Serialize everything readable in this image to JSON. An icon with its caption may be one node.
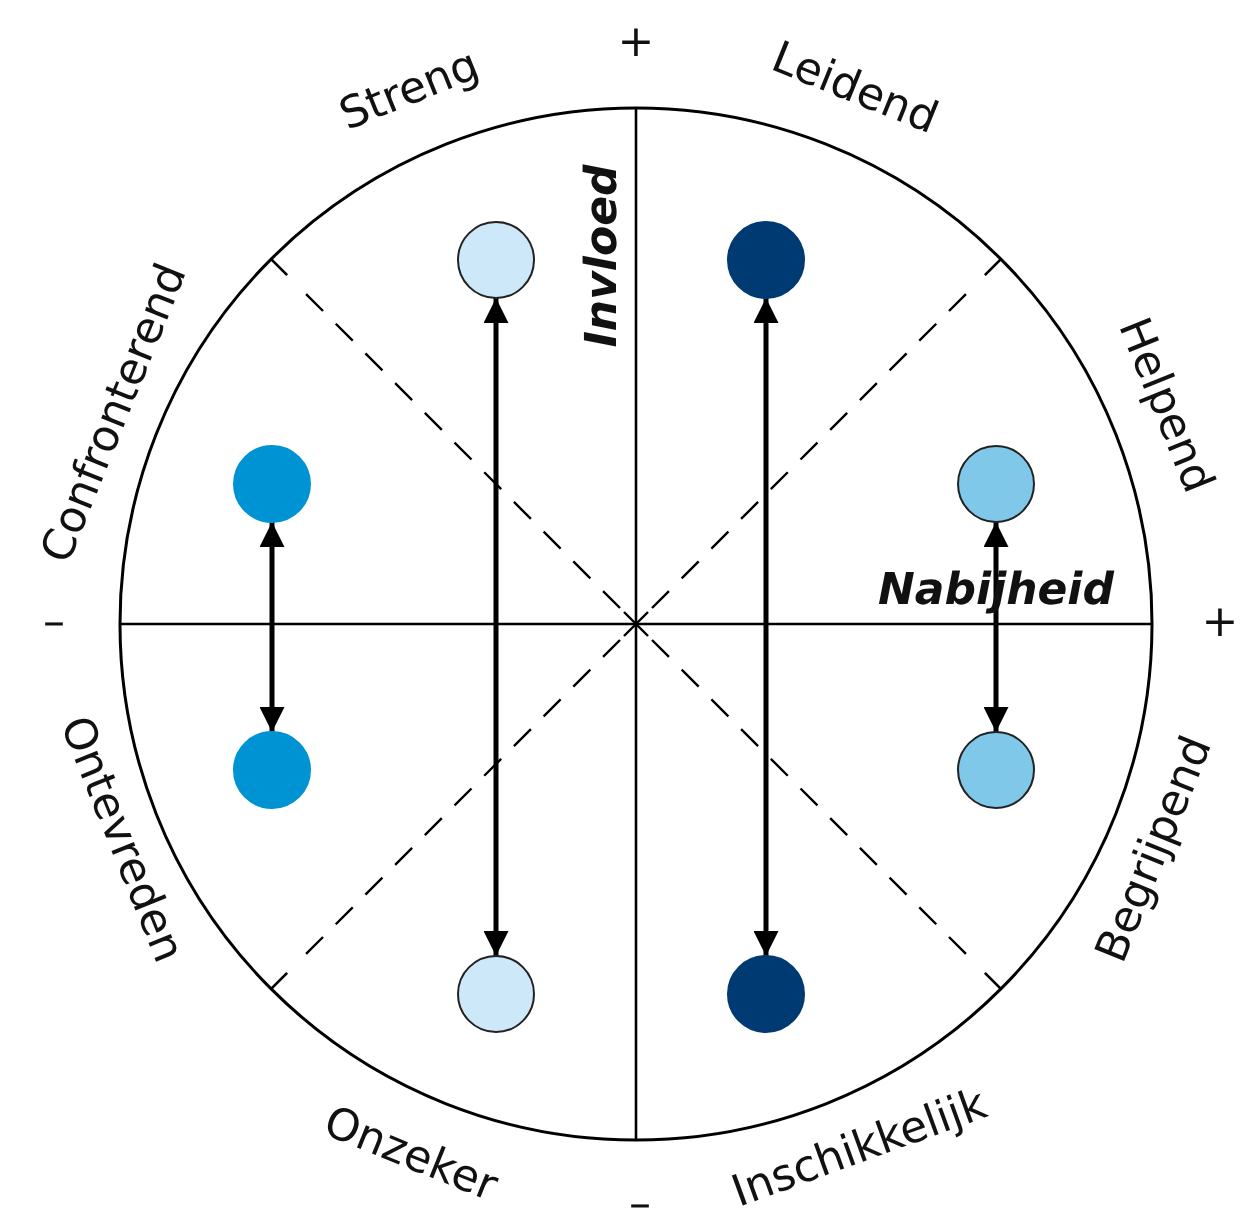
{
  "diagram": {
    "nodes": [
      {
        "text": [],
        "shape": "circle"
      },
      {
        "text": [],
        "shape": "circle"
      },
      {
        "text": [],
        "shape": "circle"
      },
      {
        "text": [],
        "shape": "circle"
      },
      {
        "text": [],
        "shape": "circle"
      },
      {
        "text": [],
        "shape": "circle"
      },
      {
        "text": [],
        "shape": "circle"
      },
      {
        "text": [],
        "shape": "circle"
      }
    ],
    "edges": [
      {
        "from": 0,
        "to": 6,
        "arrow": "both"
      },
      {
        "from": 1,
        "to": 7,
        "arrow": "both"
      },
      {
        "from": 2,
        "to": 4,
        "arrow": "both"
      },
      {
        "from": 3,
        "to": 5,
        "arrow": "both"
      }
    ],
    "labels": [
      "+",
      "Streng",
      "Leidend",
      "Confronterend",
      "Helpend",
      "Invloed",
      "Nabijheid",
      "–",
      "+",
      "Ontevreden",
      "Begrijpend",
      "Onzeker",
      "–",
      "Inschikkelijk"
    ]
  }
}
